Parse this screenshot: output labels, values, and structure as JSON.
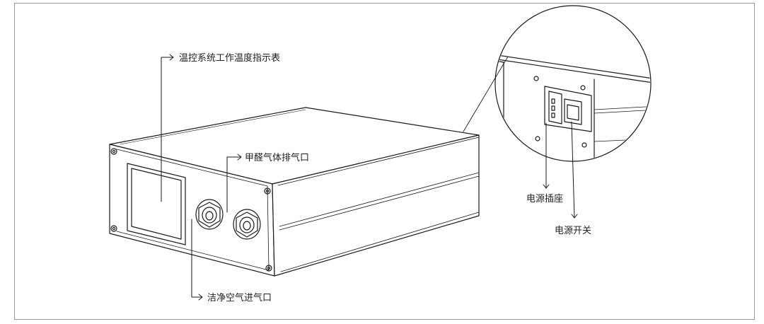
{
  "labels": {
    "temp_indicator": "温控系统工作温度指示表",
    "formaldehyde_outlet": "甲醛气体排气口",
    "clean_air_inlet": "洁净空气进气口",
    "power_socket": "电源插座",
    "power_switch": "电源开关"
  },
  "colors": {
    "stroke": "#1a1a1a",
    "frame": "#9a9a9a",
    "background": "#ffffff"
  }
}
